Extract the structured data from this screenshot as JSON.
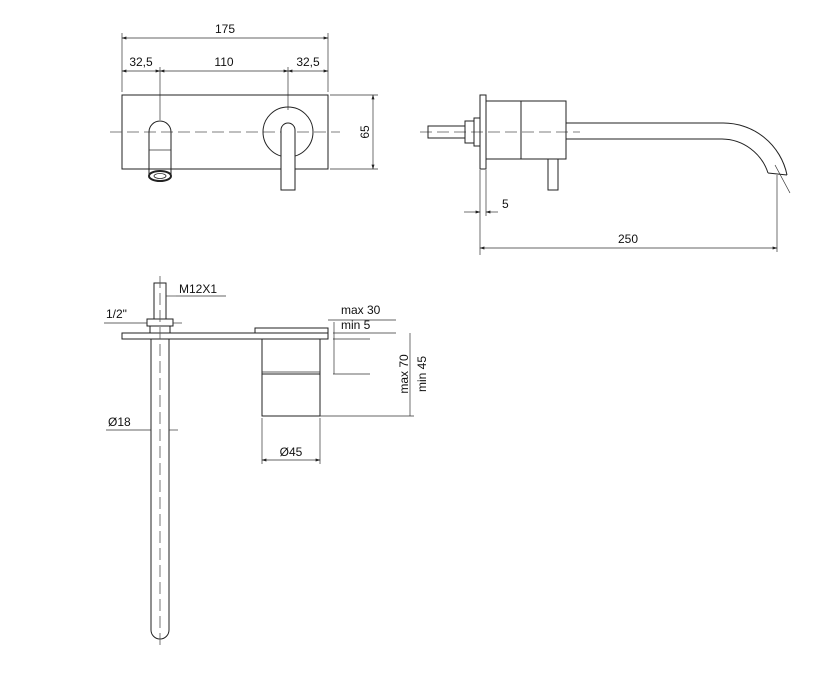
{
  "drawing": {
    "front_view": {
      "overall_width": "175",
      "left_offset": "32,5",
      "center_distance": "110",
      "right_offset": "32,5",
      "plate_height": "65"
    },
    "side_view": {
      "plate_thickness": "5",
      "spout_projection": "250"
    },
    "section_view": {
      "thread": "M12X1",
      "connection": "1/2\"",
      "pipe_diameter": "Ø18",
      "handle_diameter": "Ø45",
      "wall_max": "max 30",
      "wall_min": "min 5",
      "depth_max": "max 70",
      "depth_min": "min 45"
    }
  },
  "colors": {
    "line": "#222222",
    "background": "#ffffff"
  }
}
